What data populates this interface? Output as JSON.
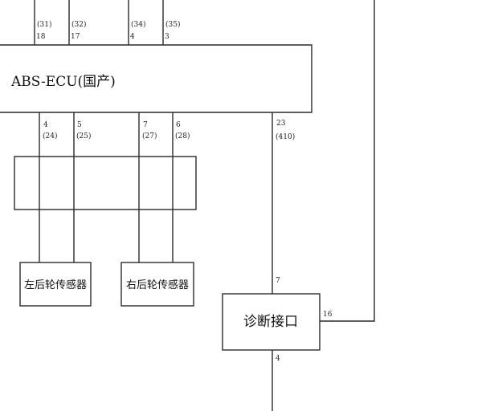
{
  "ecu_label": "ABS-ECU(国产)",
  "top_pins": [
    {
      "id": "(31)",
      "num": "18"
    },
    {
      "id": "(32)",
      "num": "17"
    },
    {
      "id": "(34)",
      "num": "4"
    },
    {
      "id": "(35)",
      "num": "3"
    }
  ],
  "bottom_pins": [
    {
      "num": "4",
      "id": "(24)"
    },
    {
      "num": "5",
      "id": "(25)"
    },
    {
      "num": "7",
      "id": "(27)"
    },
    {
      "num": "6",
      "id": "(28)"
    },
    {
      "num": "23",
      "id": "(410)"
    }
  ],
  "left_sensor_label": "左后轮传感器",
  "right_sensor_label": "右后轮传感器",
  "diag_label": "诊断接口",
  "diag_pin_top": "7",
  "diag_pin_right": "16",
  "diag_pin_bottom": "4"
}
